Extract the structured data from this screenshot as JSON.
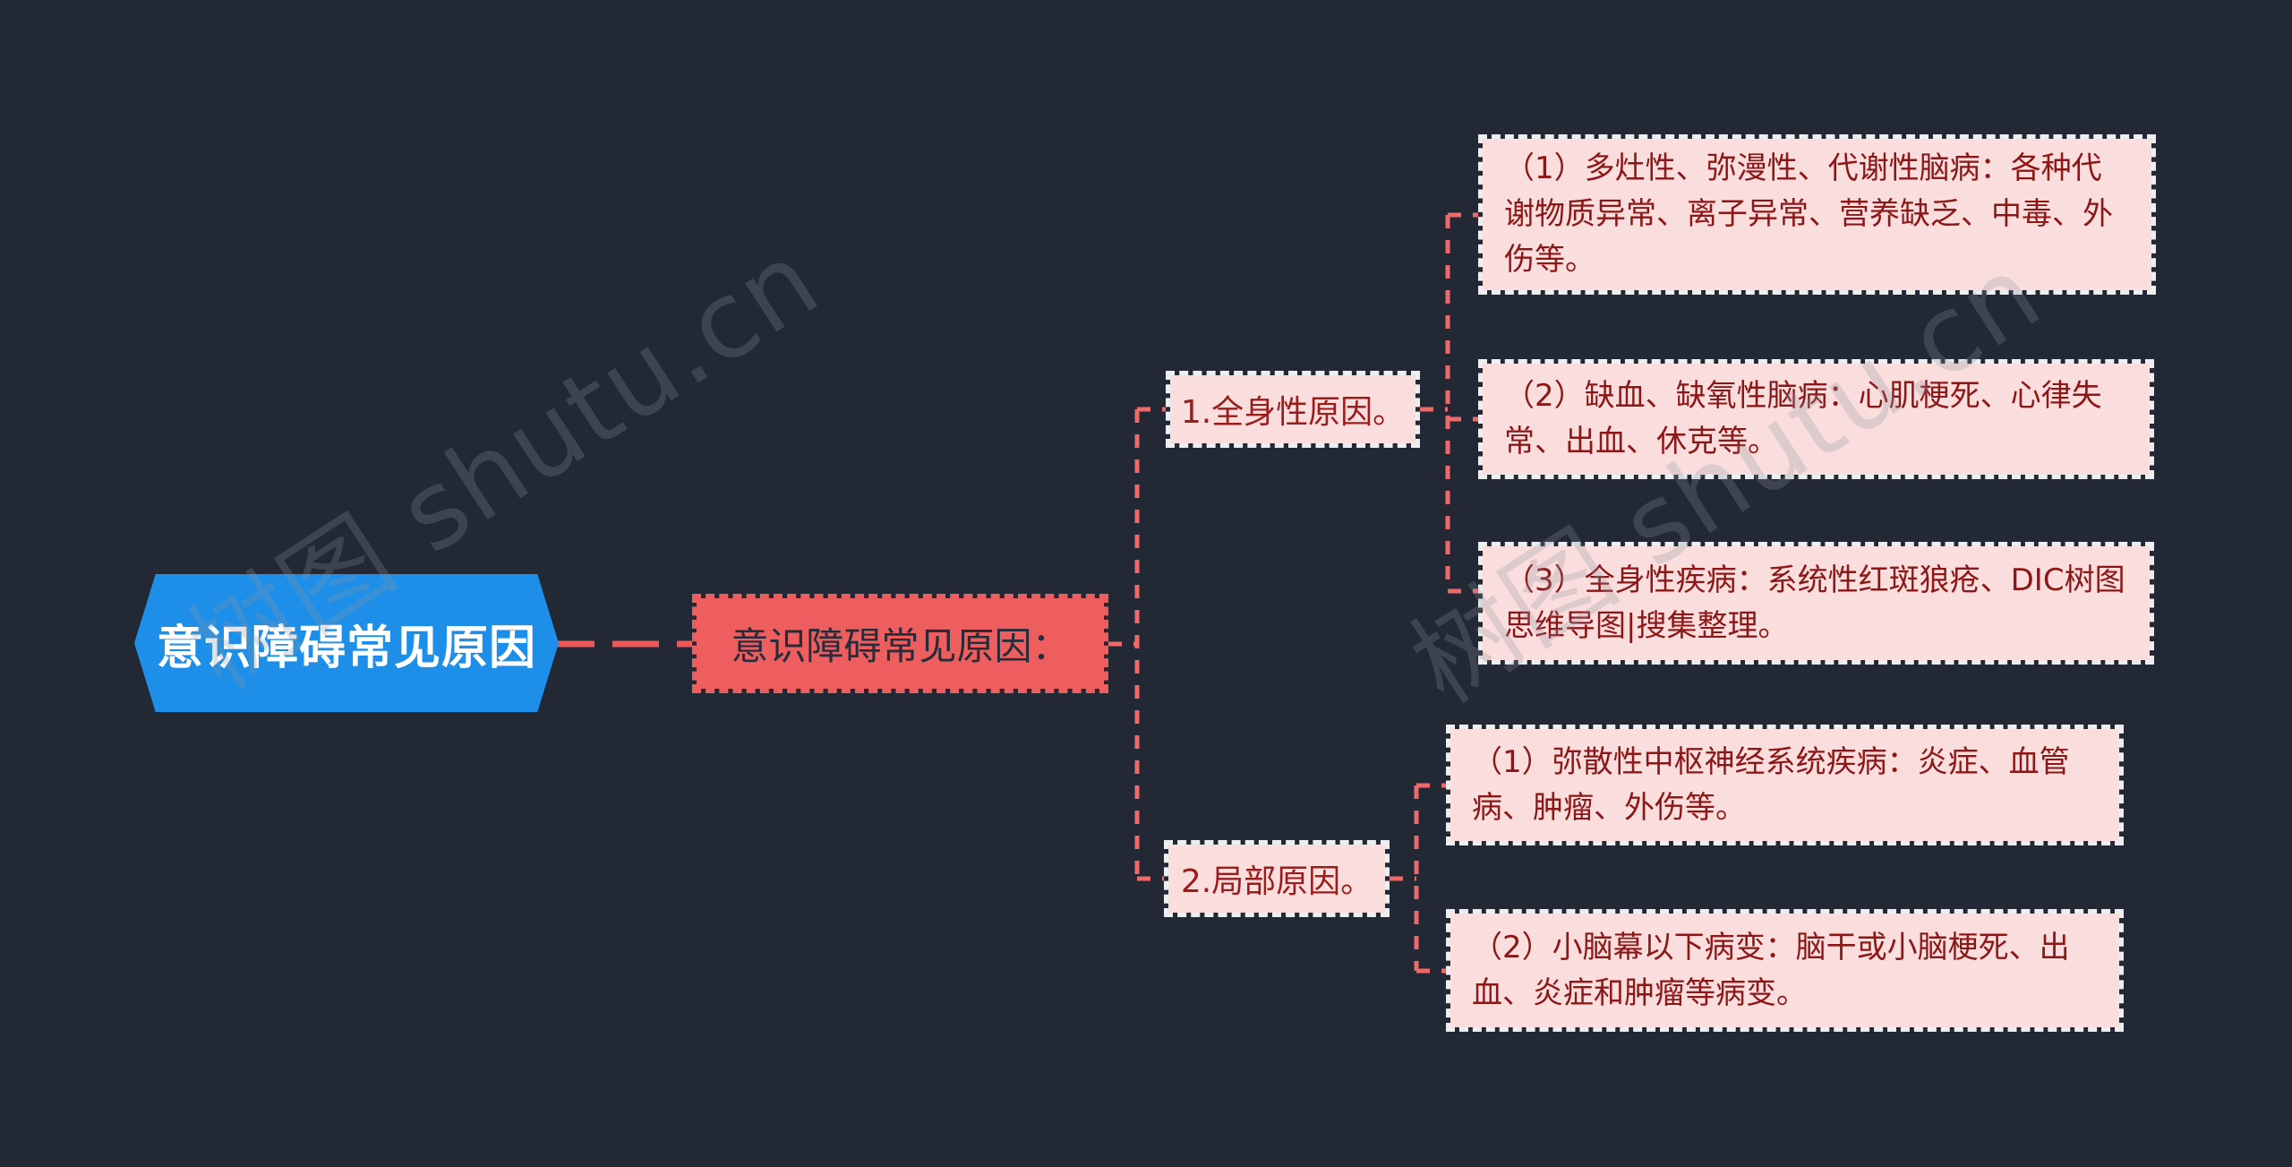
{
  "watermark": {
    "text": "树图 shutu.cn"
  },
  "colors": {
    "background": "#222834",
    "root_fill": "#1e8fe8",
    "center_fill": "#ee5e5e",
    "leaf_fill": "#fadddd",
    "branch_text": "#9c1b1b",
    "leaf_text": "#8d1717",
    "connector": "#ee6a6a"
  },
  "mindmap": {
    "root": {
      "label": "意识障碍常见原因"
    },
    "center": {
      "label": "意识障碍常见原因："
    },
    "branches": [
      {
        "label": "1.全身性原因。",
        "children": [
          {
            "text": "（1）多灶性、弥漫性、代谢性脑病：各种代谢物质异常、离子异常、营养缺乏、中毒、外伤等。"
          },
          {
            "text": "（2）缺血、缺氧性脑病：心肌梗死、心律失常、出血、休克等。"
          },
          {
            "text": "（3）全身性疾病：系统性红斑狼疮、DIC树图思维导图|搜集整理。"
          }
        ]
      },
      {
        "label": "2.局部原因。",
        "children": [
          {
            "text": "（1）弥散性中枢神经系统疾病：炎症、血管病、肿瘤、外伤等。"
          },
          {
            "text": "（2）小脑幕以下病变：脑干或小脑梗死、出血、炎症和肿瘤等病变。"
          }
        ]
      }
    ]
  }
}
